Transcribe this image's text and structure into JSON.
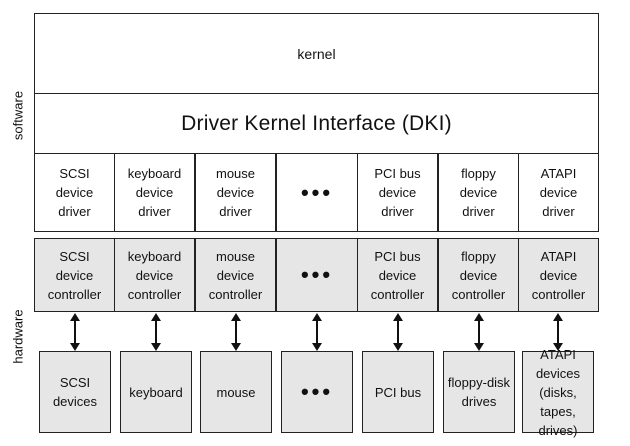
{
  "side_labels": {
    "software": "software",
    "hardware": "hardware"
  },
  "kernel": "kernel",
  "dki": "Driver Kernel Interface (DKI)",
  "ellipsis": "•••",
  "drivers": [
    [
      "SCSI",
      "device",
      "driver"
    ],
    [
      "keyboard",
      "device",
      "driver"
    ],
    [
      "mouse",
      "device",
      "driver"
    ],
    null,
    [
      "PCI bus",
      "device",
      "driver"
    ],
    [
      "floppy",
      "device",
      "driver"
    ],
    [
      "ATAPI",
      "device",
      "driver"
    ]
  ],
  "controllers": [
    [
      "SCSI",
      "device",
      "controller"
    ],
    [
      "keyboard",
      "device",
      "controller"
    ],
    [
      "mouse",
      "device",
      "controller"
    ],
    null,
    [
      "PCI bus",
      "device",
      "controller"
    ],
    [
      "floppy",
      "device",
      "controller"
    ],
    [
      "ATAPI",
      "device",
      "controller"
    ]
  ],
  "devices": [
    [
      "SCSI",
      "devices"
    ],
    [
      "keyboard"
    ],
    [
      "mouse"
    ],
    null,
    [
      "PCI bus"
    ],
    [
      "floppy-disk",
      "drives"
    ],
    [
      "ATAPI",
      "devices",
      "(disks,",
      "tapes,",
      "drives)"
    ]
  ]
}
